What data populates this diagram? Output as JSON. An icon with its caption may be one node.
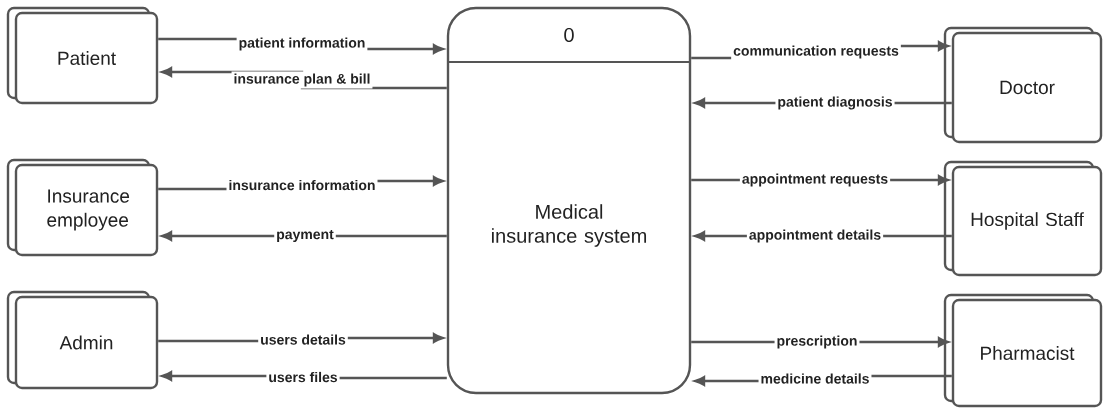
{
  "diagram": {
    "nodes": [
      {
        "text": [
          "Patient"
        ]
      },
      {
        "text": [
          "Insurance employee"
        ]
      },
      {
        "text": [
          "Admin"
        ]
      },
      {
        "text": [
          "0",
          "Medical insurance system"
        ]
      },
      {
        "text": [
          "Doctor"
        ]
      },
      {
        "text": [
          "Hospital Staff"
        ]
      },
      {
        "text": [
          "Pharmacist"
        ]
      }
    ],
    "edges": [
      {
        "from": 0,
        "to": 3,
        "arrow": "to",
        "label": "patient information"
      },
      {
        "from": 3,
        "to": 0,
        "arrow": "to",
        "label": "insurance plan & bill"
      },
      {
        "from": 1,
        "to": 3,
        "arrow": "to",
        "label": "insurance information"
      },
      {
        "from": 3,
        "to": 1,
        "arrow": "to",
        "label": "payment"
      },
      {
        "from": 2,
        "to": 3,
        "arrow": "to",
        "label": "users details"
      },
      {
        "from": 3,
        "to": 2,
        "arrow": "to",
        "label": "users files"
      },
      {
        "from": 3,
        "to": 4,
        "arrow": "to",
        "label": "communication requests"
      },
      {
        "from": 4,
        "to": 3,
        "arrow": "to",
        "label": "patient diagnosis"
      },
      {
        "from": 3,
        "to": 5,
        "arrow": "to",
        "label": "appointment requests"
      },
      {
        "from": 5,
        "to": 3,
        "arrow": "to",
        "label": "appointment details"
      },
      {
        "from": 3,
        "to": 6,
        "arrow": "to",
        "label": "prescription"
      },
      {
        "from": 6,
        "to": 3,
        "arrow": "to",
        "label": "medicine details"
      }
    ]
  }
}
